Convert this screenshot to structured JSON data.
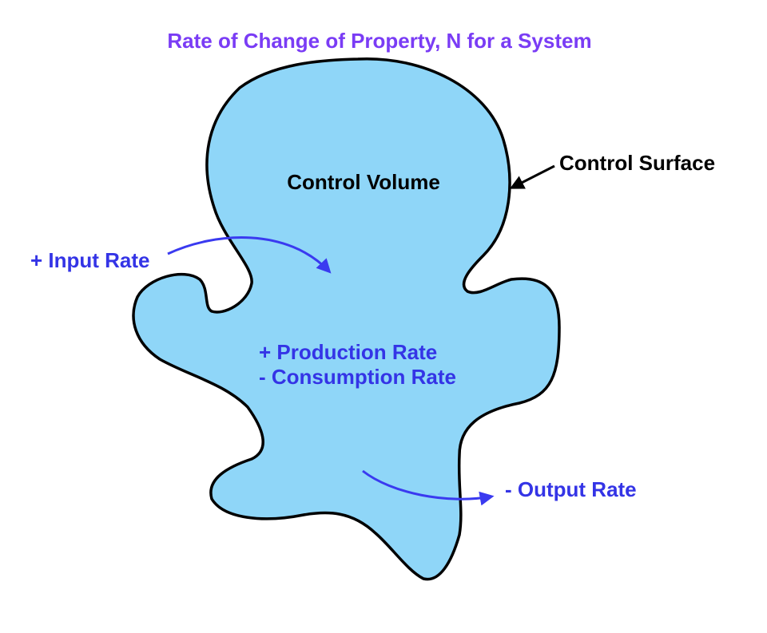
{
  "title": "Rate of Change of Property, N for a System",
  "labels": {
    "control_volume": "Control Volume",
    "control_surface": "Control Surface",
    "input_rate": "+ Input Rate",
    "production_rate": "+ Production Rate",
    "consumption_rate": "- Consumption Rate",
    "output_rate": "- Output Rate"
  },
  "colors": {
    "title": "#7a3cf5",
    "flow_text": "#3434e6",
    "arrow": "#3a3af0",
    "volume_fill": "#8fd6f8",
    "outline": "#000000",
    "label": "#000000"
  }
}
